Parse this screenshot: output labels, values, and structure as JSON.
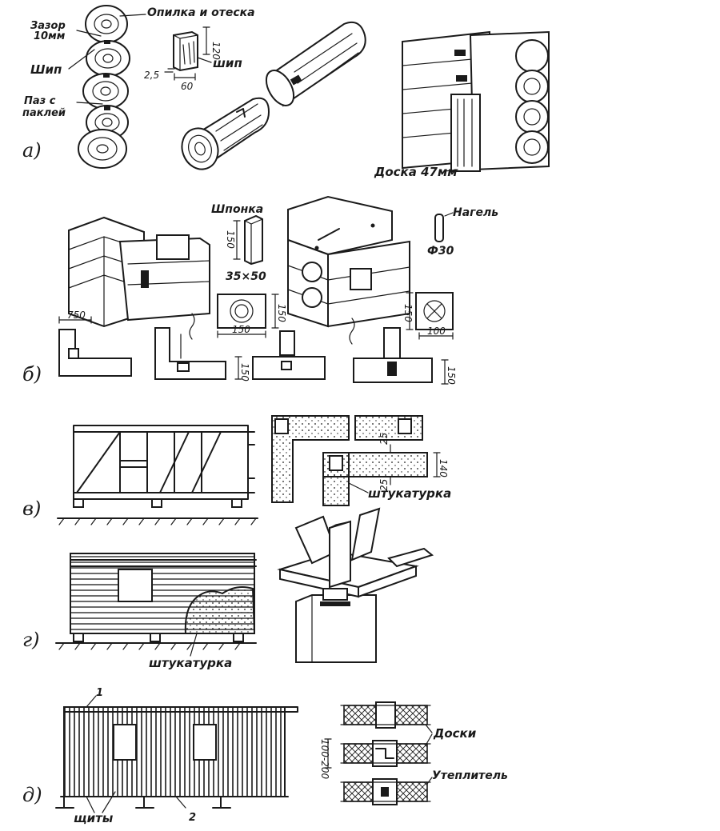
{
  "sections": {
    "a": {
      "letter": "а)",
      "gap_label_line1": "Зазор",
      "gap_label_line2": "10мм",
      "sawdust_label": "Опилка и отеска",
      "tenon_label_left": "Шип",
      "tenon_label_right": "шип",
      "groove_label_line1": "Паз с",
      "groove_label_line2": "паклей",
      "dim_120": "120",
      "dim_2_5": "2,5",
      "dim_60": "60",
      "board_label": "Доска 47мм"
    },
    "b": {
      "letter": "б)",
      "key_label": "Шпонка",
      "key_dim_150": "150",
      "key_section": "35×50",
      "dowel_label": "Нагель",
      "dowel_dia": "Ф30",
      "dim_750": "750",
      "dim_150_box_w": "150",
      "dim_150_box_h": "150",
      "dim_150_right_h": "150",
      "dim_100": "100",
      "dim_150_plan1": "150",
      "dim_150_plan2": "150"
    },
    "v": {
      "letter": "в)",
      "dim_25_top": "25",
      "dim_140": "140",
      "dim_25_bottom": "25",
      "plaster_label": "штукатурка"
    },
    "g": {
      "letter": "г)",
      "plaster_label": "штукатурка"
    },
    "d": {
      "letter": "д)",
      "callout_1": "1",
      "callout_2": "2",
      "panels_label": "щиты",
      "boards_label": "Доски",
      "dim_100_200": "100-200",
      "insulation_label": "Утеплитель"
    }
  }
}
